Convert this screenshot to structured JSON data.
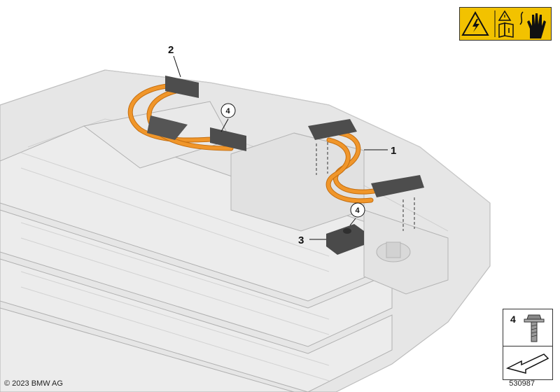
{
  "callouts": {
    "c1": "1",
    "c2": "2",
    "c3": "3",
    "c4": "4"
  },
  "parts_legend": {
    "number": "4"
  },
  "footer": {
    "copyright": "© 2023 BMW AG",
    "diagram_id": "530987"
  },
  "icons": {
    "warning_electric": "high-voltage-warning-icon",
    "manual": "read-manual-icon",
    "gloves": "insulated-gloves-icon",
    "bolt": "bolt-icon",
    "arrow": "location-arrow-icon"
  },
  "colors": {
    "cable": "#f0962a",
    "cable_dark": "#c46e10",
    "warning_yellow": "#f2c200",
    "tray_fill": "#e4e4e4",
    "tray_edge": "#b9b9b9",
    "connector": "#4d4d4d"
  }
}
